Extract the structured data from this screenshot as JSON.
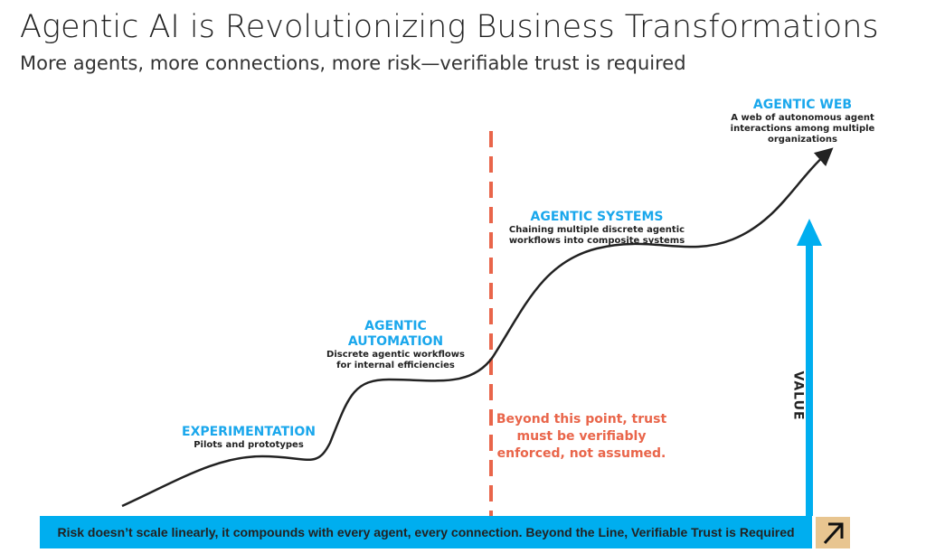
{
  "header": {
    "title": "Agentic AI is Revolutionizing Business Transformations",
    "subtitle": "More agents, more connections, more risk—verifiable trust is required"
  },
  "stages": [
    {
      "title": "EXPERIMENTATION",
      "desc": "Pilots and prototypes"
    },
    {
      "title": "AGENTIC AUTOMATION",
      "desc": "Discrete agentic workflows for internal efficiencies"
    },
    {
      "title": "AGENTIC SYSTEMS",
      "desc": "Chaining multiple discrete agentic workflows into composite systems"
    },
    {
      "title": "AGENTIC WEB",
      "desc": "A web of autonomous agent interactions among multiple organizations"
    }
  ],
  "warning": "Beyond this point, trust must be verifiably enforced, not assumed.",
  "axis_label": "VALUE",
  "footer": "Risk doesn’t scale linearly,  it compounds with every agent, every connection. Beyond the Line, Verifiable Trust is Required",
  "colors": {
    "accent": "#00AEEF",
    "risk": "#E9654A",
    "logo": "#E8C590"
  }
}
